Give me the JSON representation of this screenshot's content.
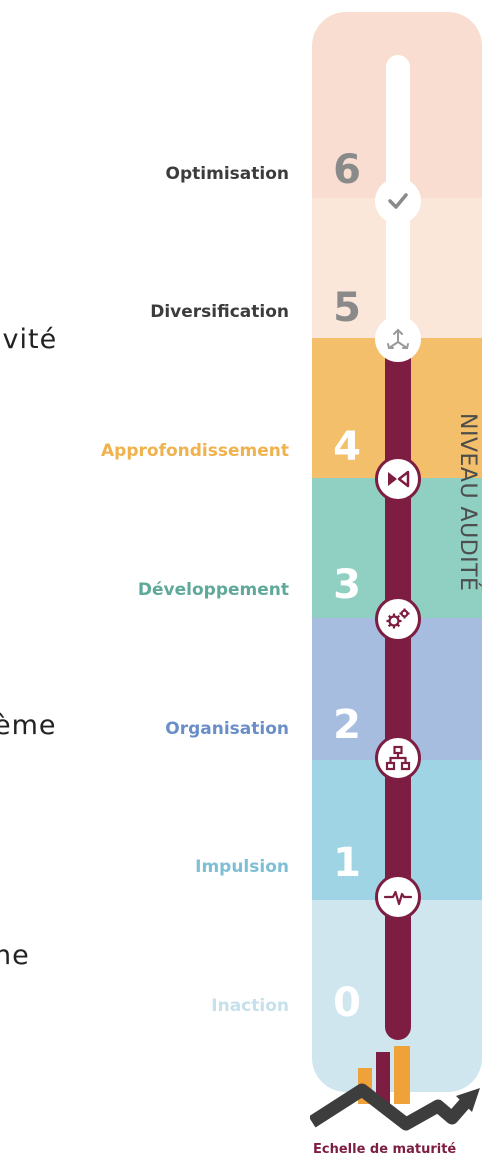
{
  "fragments": [
    "ivité",
    "ème",
    "ne"
  ],
  "levels": [
    {
      "label": "Optimisation",
      "number": "6",
      "color": "#3c3c3c",
      "band": "#f8ddd0"
    },
    {
      "label": "Diversification",
      "number": "5",
      "color": "#3c3c3c",
      "band": "#fbe6da"
    },
    {
      "label": "Approfondissement",
      "number": "4",
      "color": "#f0b24d",
      "band": "#f3bf6a"
    },
    {
      "label": "Développement",
      "number": "3",
      "color": "#5fa99a",
      "band": "#8fd0c3"
    },
    {
      "label": "Organisation",
      "number": "2",
      "color": "#6a8fc8",
      "band": "#a6bde0"
    },
    {
      "label": "Impulsion",
      "number": "1",
      "color": "#7fbfd6",
      "band": "#9ed4e4"
    },
    {
      "label": "Inaction",
      "number": "0",
      "color": "#c6e1ec",
      "band": "#cfe6ef"
    }
  ],
  "vertical_label": "NIVEAU AUDITÉ",
  "caption": "Echelle de maturité",
  "colors": {
    "track": "#7d1d42",
    "number": "#ffffff",
    "number_faded": "#8a8a8a"
  },
  "icons": [
    "check-icon",
    "arrows-icon",
    "bowtie-icon",
    "gears-icon",
    "hierarchy-icon",
    "pulse-icon",
    "chart-icon"
  ]
}
